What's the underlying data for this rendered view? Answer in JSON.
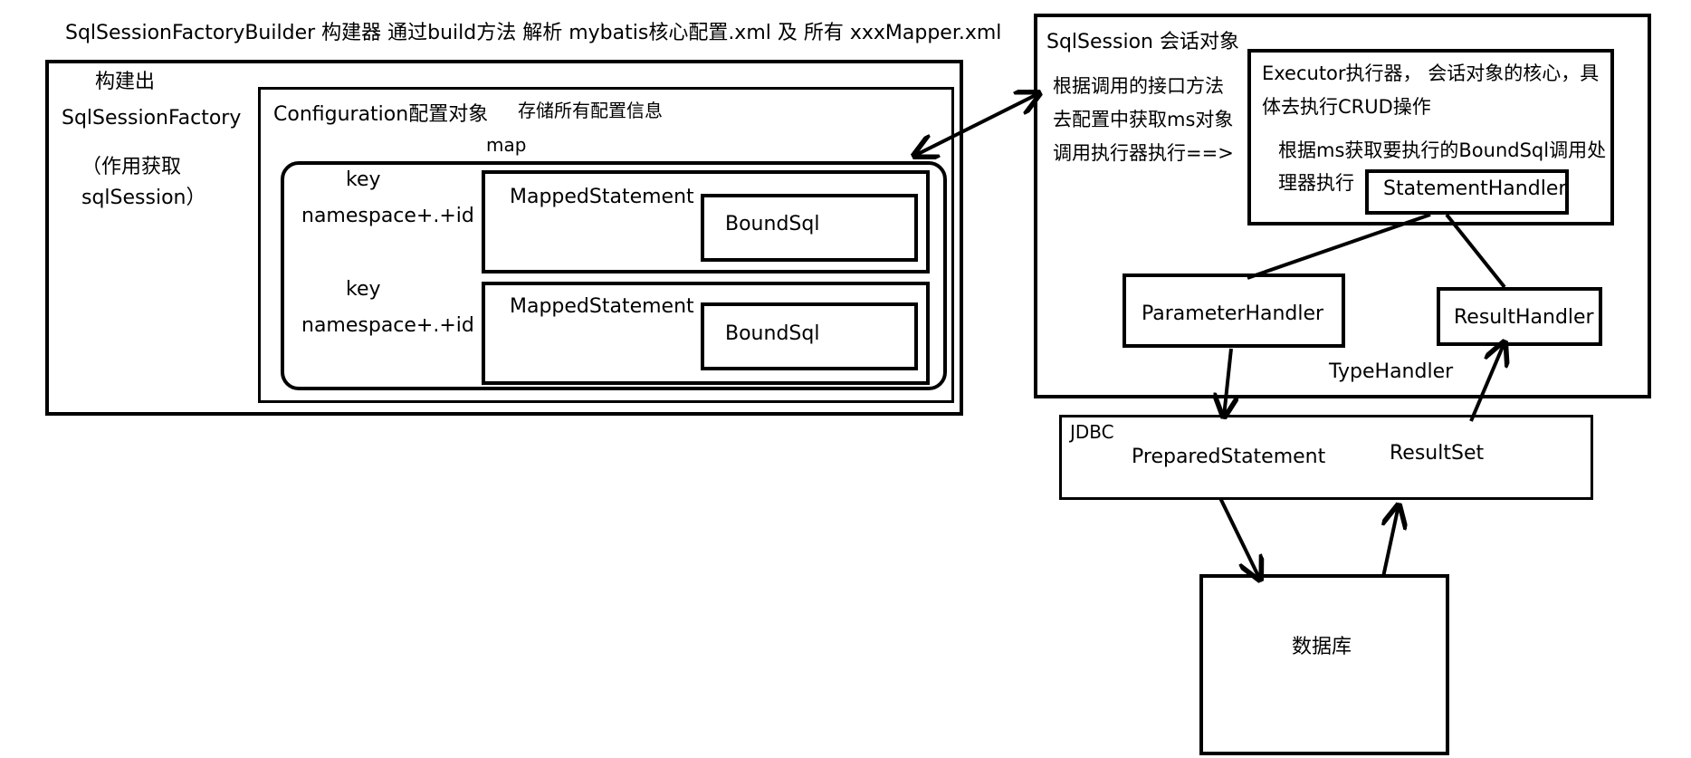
{
  "header": {
    "title": "SqlSessionFactoryBuilder 构建器   通过build方法 解析   mybatis核心配置.xml 及 所有 xxxMapper.xml"
  },
  "factory": {
    "build_label": "构建出",
    "name": "SqlSessionFactory",
    "purpose_line1": "（作用获取",
    "purpose_line2": "sqlSession）"
  },
  "configuration": {
    "title": "Configuration配置对象",
    "desc": "存储所有配置信息",
    "map_label": "map",
    "entries": [
      {
        "key": "key",
        "keyval": "namespace+.+id",
        "mapped": "MappedStatement",
        "bound": "BoundSql"
      },
      {
        "key": "key",
        "keyval": "namespace+.+id",
        "mapped": "MappedStatement",
        "bound": "BoundSql"
      }
    ]
  },
  "session": {
    "title": "SqlSession 会话对象",
    "desc_line1": "根据调用的接口方法",
    "desc_line2": "去配置中获取ms对象",
    "desc_line3": "调用执行器执行==>"
  },
  "executor": {
    "title_line1": "Executor执行器， 会话对象的核心，具",
    "title_line2": "体去执行CRUD操作",
    "desc_line1": "根据ms获取要执行的BoundSql调用处",
    "desc_line2": "理器执行",
    "statement_handler": "StatementHandler"
  },
  "handlers": {
    "parameter": "ParameterHandler",
    "result": "ResultHandler",
    "type": "TypeHandler"
  },
  "jdbc": {
    "label": "JDBC",
    "prepared": "PreparedStatement",
    "resultset": "ResultSet"
  },
  "database": {
    "label": "数据库"
  }
}
